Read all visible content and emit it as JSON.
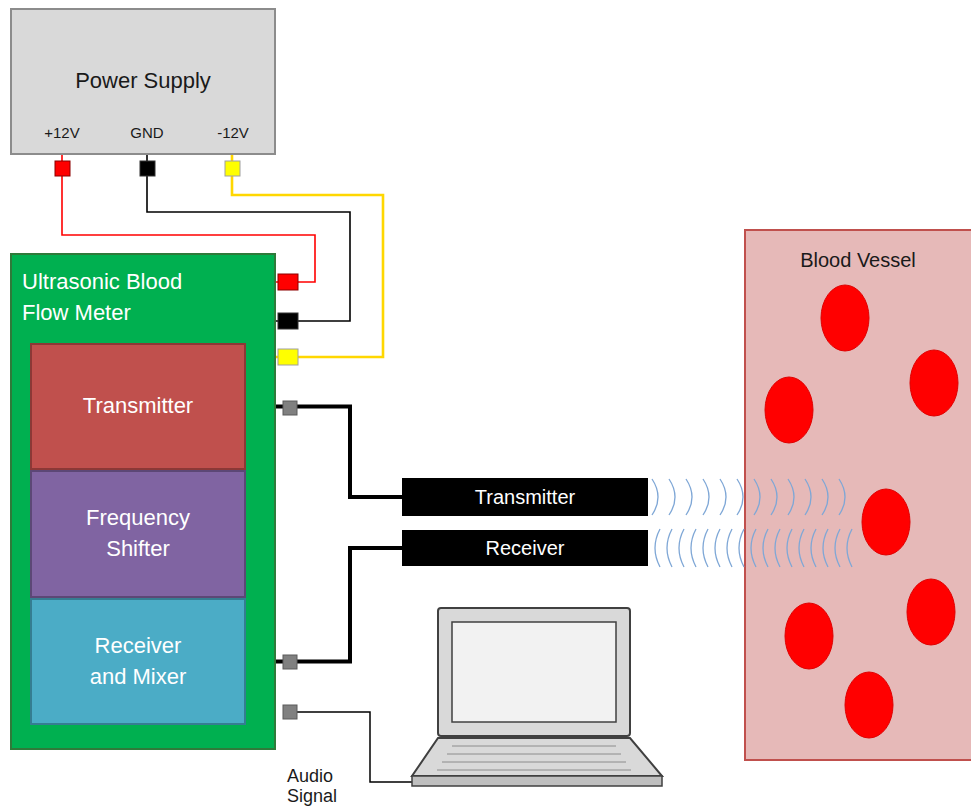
{
  "diagram": {
    "nodes": [
      {
        "text": [
          "Power Supply"
        ]
      },
      {
        "text": [
          "Ultrasonic Blood Flow Meter"
        ]
      },
      {
        "text": [
          "Transmitter"
        ],
        "in": 1
      },
      {
        "text": [
          "Frequency Shifter"
        ],
        "in": 1
      },
      {
        "text": [
          "Receiver and Mixer"
        ],
        "in": 1
      },
      {
        "text": [
          "Transmitter"
        ]
      },
      {
        "text": [
          "Receiver"
        ]
      },
      {
        "text": [
          "Blood Vessel"
        ]
      }
    ],
    "edges": [
      {
        "from": 0,
        "to": 1,
        "arrow": "none"
      },
      {
        "from": 0,
        "to": 1,
        "arrow": "none"
      },
      {
        "from": 0,
        "to": 1,
        "arrow": "none"
      },
      {
        "from": 2,
        "to": 5,
        "arrow": "none"
      },
      {
        "from": 6,
        "to": 4,
        "arrow": "none"
      }
    ],
    "labels": [
      "+12V",
      "GND",
      "-12V",
      "Audio Signal"
    ]
  }
}
